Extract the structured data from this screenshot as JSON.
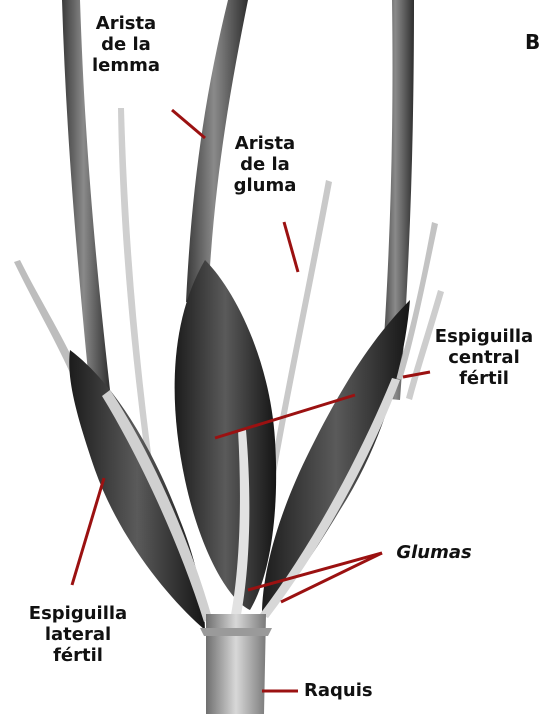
{
  "figure": {
    "panel_letter": "B",
    "leader_color": "#9b1111",
    "labels": {
      "arista_lemma": [
        "Arista",
        "de la",
        "lemma"
      ],
      "arista_gluma": [
        "Arista",
        "de la",
        "gluma"
      ],
      "espiguilla_central": [
        "Espiguilla",
        "central",
        "fértil"
      ],
      "glumas": "Glumas",
      "espiguilla_lateral": [
        "Espiguilla",
        "lateral",
        "fértil"
      ],
      "raquis": "Raquis"
    }
  }
}
